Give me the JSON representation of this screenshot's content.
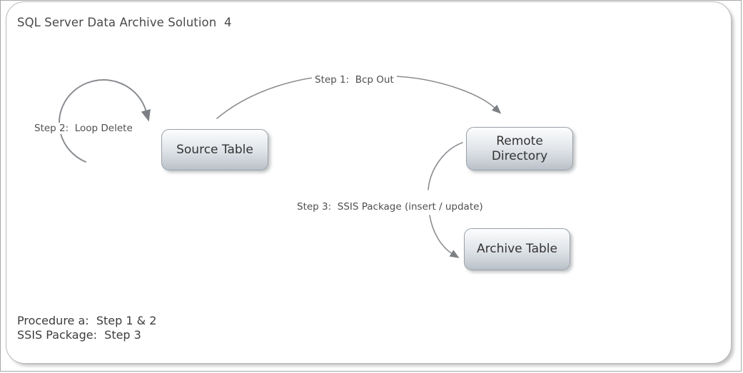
{
  "diagram": {
    "title": "SQL Server Data Archive Solution  4",
    "border_color": "#b9b9b9",
    "background": "#ffffff",
    "arrow_color": "#7c7f83",
    "node_text_color": "#333333"
  },
  "nodes": [
    {
      "id": "source",
      "label": "Source Table"
    },
    {
      "id": "remote",
      "label": "Remote\nDirectory"
    },
    {
      "id": "archive",
      "label": "Archive Table"
    }
  ],
  "edges": [
    {
      "id": "step1",
      "label": "Step 1:  Bcp Out",
      "from": "source",
      "to": "remote"
    },
    {
      "id": "step2",
      "label": "Step 2:  Loop Delete",
      "from": "source",
      "to": "source"
    },
    {
      "id": "step3",
      "label": "Step 3:  SSIS Package (insert / update)",
      "from": "remote",
      "to": "archive"
    }
  ],
  "footer": {
    "lines": [
      "Procedure a:  Step 1 & 2",
      "SSIS Package:  Step 3"
    ]
  }
}
